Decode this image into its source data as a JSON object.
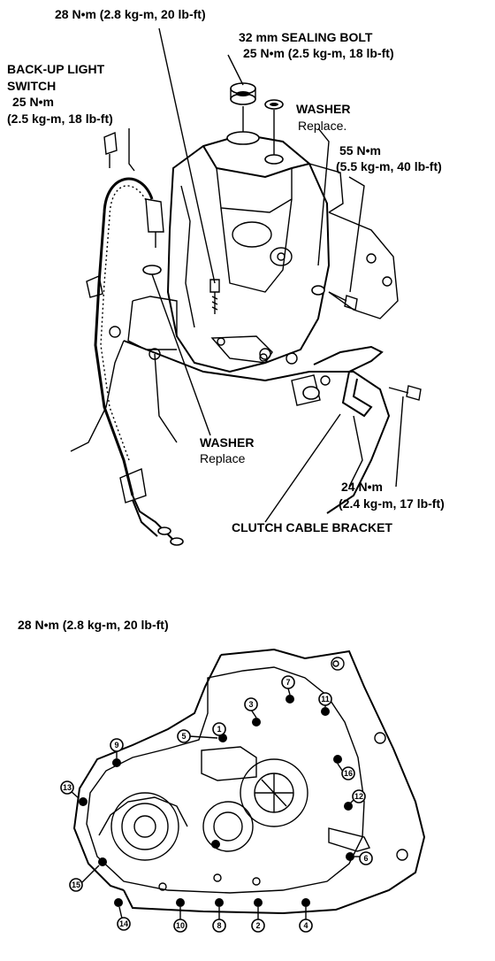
{
  "top_diagram": {
    "torque_shift_mount": "28 N•m (2.8 kg-m, 20 lb-ft)",
    "sealing_bolt_title": "32 mm SEALING BOLT",
    "sealing_bolt_torque": "25 N•m (2.5 kg-m, 18 lb-ft)",
    "backup_switch_line1": "BACK-UP LIGHT",
    "backup_switch_line2": "SWITCH",
    "backup_switch_torque_a": "25 N•m",
    "backup_switch_torque_b": "(2.5 kg-m, 18 lb-ft)",
    "washer_top_title": "WASHER",
    "washer_top_note": "Replace.",
    "torque_55_a": "55 N•m",
    "torque_55_b": "(5.5 kg-m, 40 lb-ft)",
    "washer_bottom_title": "WASHER",
    "washer_bottom_note": "Replace",
    "torque_24_a": "24 N•m",
    "torque_24_b": "(2.4 kg-m, 17 lb-ft)",
    "bracket_label": "CLUTCH CABLE BRACKET"
  },
  "bottom_diagram": {
    "torque_case": "28 N•m (2.8 kg-m, 20 lb-ft)",
    "sequence_numbers": [
      "1",
      "2",
      "3",
      "4",
      "5",
      "6",
      "7",
      "8",
      "9",
      "10",
      "11",
      "12",
      "13",
      "14",
      "15",
      "16"
    ]
  }
}
